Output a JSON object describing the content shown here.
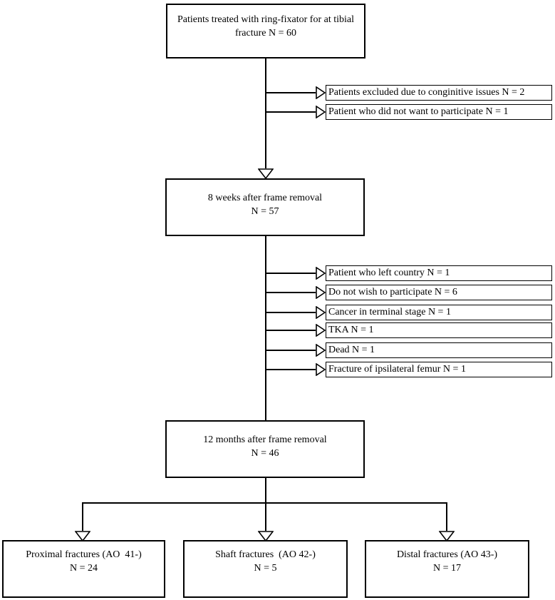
{
  "flowchart": {
    "title": "Patient flow diagram (ring-fixator tibial fracture study)",
    "colors": {
      "line": "#000000",
      "background": "#ffffff",
      "text": "#000000"
    },
    "top_box": {
      "line1": "Patients treated with ring-fixator for at tibial",
      "line2": "fracture N = 60"
    },
    "stage1_exclusions": {
      "items": [
        "Patients excluded due to conginitive issues N = 2",
        "Patient who did not want to participate N = 1"
      ]
    },
    "week8_box": {
      "line1": "8 weeks after frame removal",
      "line2": "N = 57"
    },
    "stage2_exclusions": {
      "items": [
        "Patient who left country N = 1",
        "Do not wish to participate N = 6",
        "Cancer in terminal stage N = 1",
        "TKA N = 1",
        "Dead N = 1",
        "Fracture of ipsilateral femur N = 1"
      ]
    },
    "month12_box": {
      "line1": "12 months after frame removal",
      "line2": "N = 46"
    },
    "outcome_boxes": [
      {
        "line1": "Proximal fractures (AO  41-)",
        "line2": "N = 24"
      },
      {
        "line1": "Shaft fractures  (AO 42-)",
        "line2": "N = 5"
      },
      {
        "line1": "Distal fractures (AO 43-)",
        "line2": "N = 17"
      }
    ]
  }
}
